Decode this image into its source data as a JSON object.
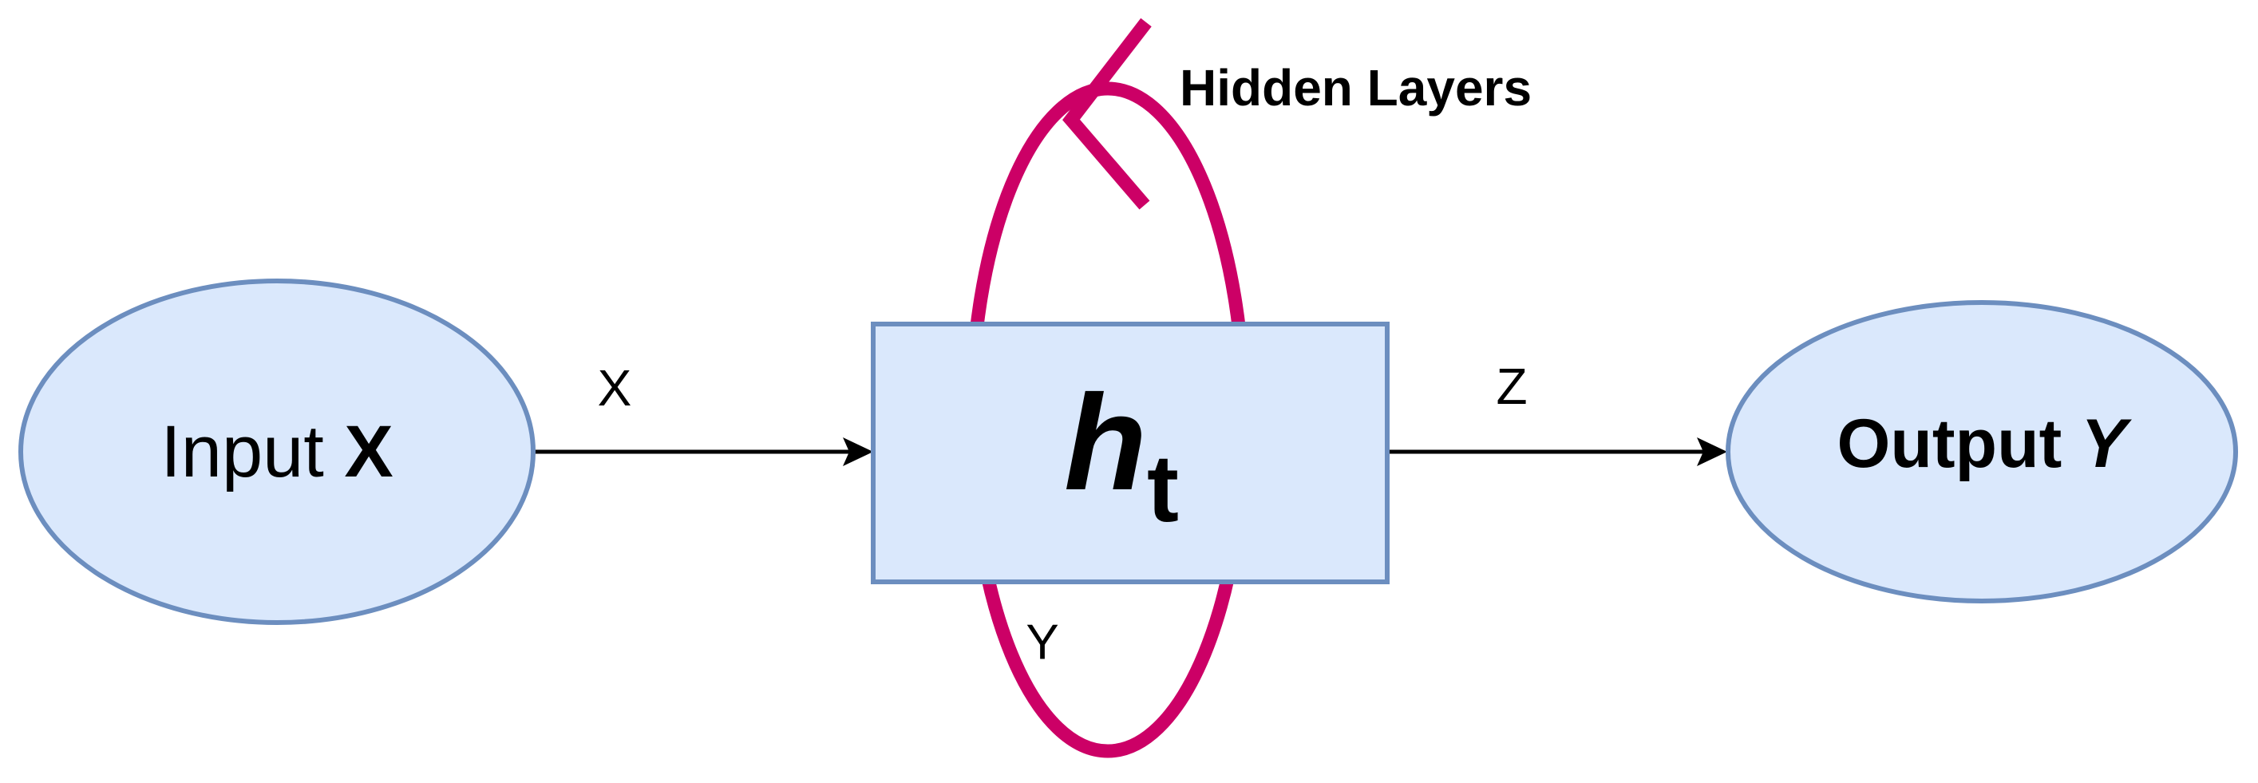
{
  "diagram": {
    "input_node": {
      "label": "Input ",
      "variable": "X"
    },
    "hidden_node": {
      "symbol": "h",
      "subscript": "t"
    },
    "output_node": {
      "label": "Output ",
      "variable": "Y"
    },
    "edges": {
      "input_to_hidden": "X",
      "hidden_to_output": "Z"
    },
    "loop": {
      "title": "Hidden Layers",
      "label": "Y"
    },
    "colors": {
      "node_fill": "#dae8fc",
      "node_stroke": "#6c8ebf",
      "loop_stroke": "#cc0066",
      "edge_stroke": "#000000"
    }
  }
}
